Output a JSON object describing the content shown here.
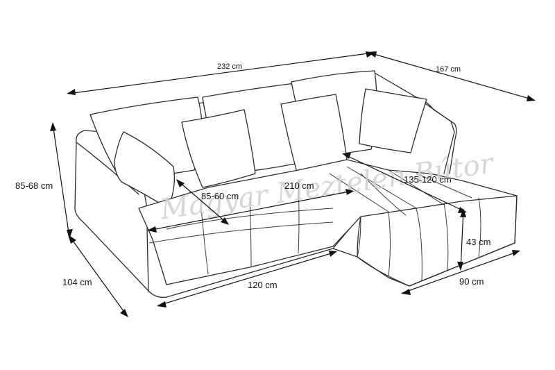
{
  "watermark": {
    "text": "Magyar Meztelen Bútor"
  },
  "dimensions": {
    "total_width": "232 cm",
    "depth_side": "167 cm",
    "height": "85-68 cm",
    "depth_front": "104 cm",
    "seat_depth": "85-60 cm",
    "seat_width": "210 cm",
    "chaise_length": "135-120 cm",
    "front_width": "120 cm",
    "chaise_height": "43 cm",
    "chaise_width": "90 cm"
  }
}
